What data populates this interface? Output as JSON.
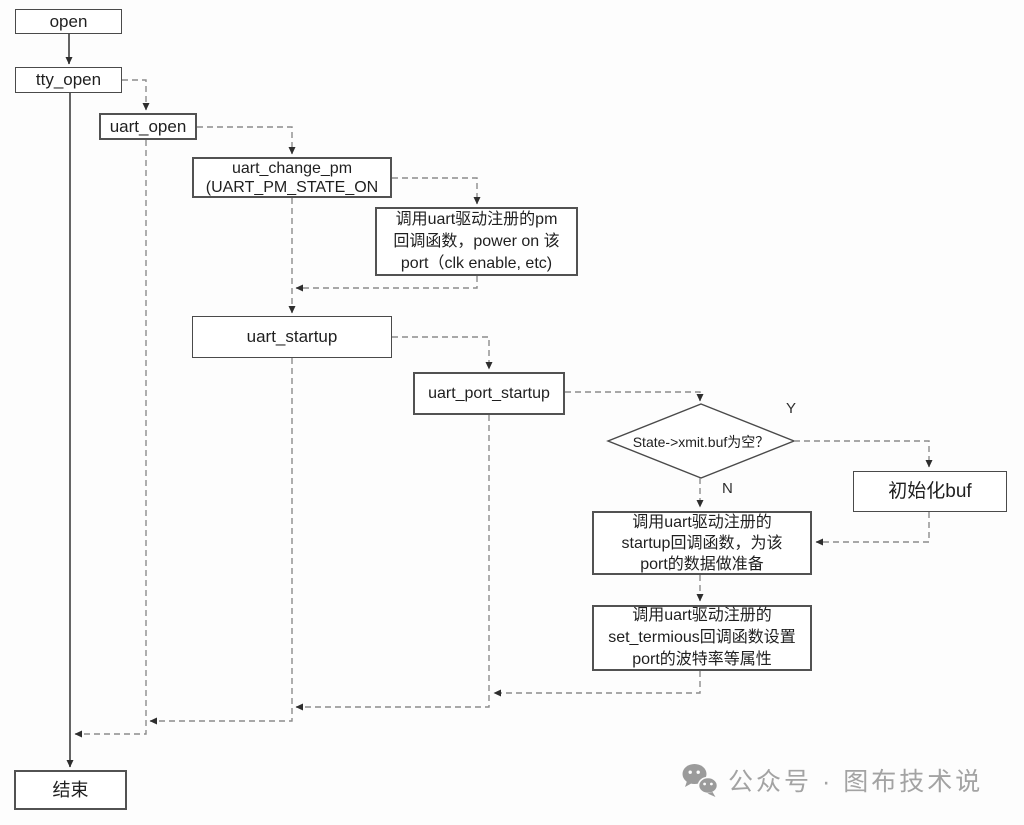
{
  "nodes": {
    "open": {
      "label": "open"
    },
    "tty_open": {
      "label": "tty_open"
    },
    "uart_open": {
      "label": "uart_open"
    },
    "uart_change_pm": {
      "text": "uart_change_pm\n(UART_PM_STATE_ON"
    },
    "pm_callback": {
      "text": "调用uart驱动注册的pm\n回调函数，power on 该\nport（clk enable, etc)"
    },
    "uart_startup": {
      "label": "uart_startup"
    },
    "uart_port_startup": {
      "label": "uart_port_startup"
    },
    "xmit_buf_decision": {
      "label": "State->xmit.buf为空？"
    },
    "init_buf": {
      "label": "初始化buf"
    },
    "startup_callback": {
      "text": "调用uart驱动注册的\nstartup回调函数，为该\nport的数据做准备"
    },
    "set_termios_callback": {
      "text": "调用uart驱动注册的\nset_termious回调函数设置\nport的波特率等属性"
    },
    "end": {
      "label": "结束"
    }
  },
  "branch_labels": {
    "yes": "Y",
    "no": "N"
  },
  "watermark": {
    "icon": "wechat-icon",
    "text": "公众号 · 图布技术说"
  },
  "colors": {
    "background": "#fdfdfd",
    "box_border": "#4a4a4a",
    "solid_line": "#3f3f3f",
    "dashed_line": "#8c8c8c",
    "text": "#1f1f1f",
    "watermark": "#a3a3a3"
  }
}
